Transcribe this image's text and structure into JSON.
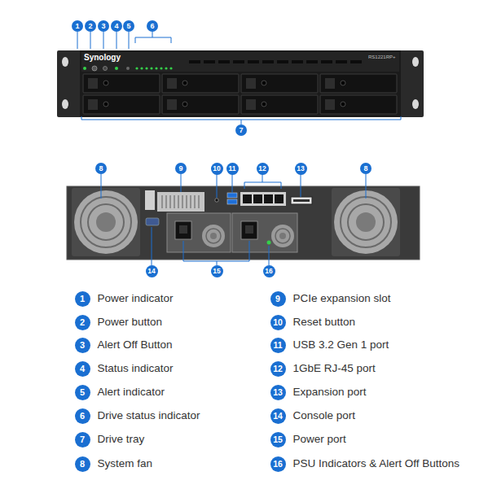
{
  "diagram": {
    "nodes": [
      {
        "text": [
          "1"
        ]
      },
      {
        "text": [
          "2"
        ]
      },
      {
        "text": [
          "3"
        ]
      },
      {
        "text": [
          "4"
        ]
      },
      {
        "text": [
          "5"
        ]
      },
      {
        "text": [
          "6"
        ]
      },
      {
        "text": [
          "7"
        ]
      },
      {
        "text": [
          "8"
        ]
      },
      {
        "text": [
          "9"
        ]
      },
      {
        "text": [
          "10"
        ]
      },
      {
        "text": [
          "11"
        ]
      },
      {
        "text": [
          "12"
        ]
      },
      {
        "text": [
          "13"
        ]
      },
      {
        "text": [
          "8"
        ]
      },
      {
        "text": [
          "14"
        ]
      },
      {
        "text": [
          "15"
        ]
      },
      {
        "text": [
          "16"
        ]
      },
      {
        "text": [
          "1",
          "Power indicator"
        ]
      },
      {
        "text": [
          "2",
          "Power button"
        ]
      },
      {
        "text": [
          "3",
          "Alert Off Button"
        ]
      },
      {
        "text": [
          "4",
          "Status indicator"
        ]
      },
      {
        "text": [
          "5",
          "Alert indicator"
        ]
      },
      {
        "text": [
          "6",
          "Drive status indicator"
        ]
      },
      {
        "text": [
          "7",
          "Drive tray"
        ]
      },
      {
        "text": [
          "8",
          "System fan"
        ]
      },
      {
        "text": [
          "9",
          "PCIe expansion slot"
        ]
      },
      {
        "text": [
          "10",
          "Reset button"
        ]
      },
      {
        "text": [
          "11",
          "USB 3.2 Gen 1 port"
        ]
      },
      {
        "text": [
          "12",
          "1GbE RJ-45 port"
        ]
      },
      {
        "text": [
          "13",
          "Expansion port"
        ]
      },
      {
        "text": [
          "14",
          "Console port"
        ]
      },
      {
        "text": [
          "15",
          "Power port"
        ]
      },
      {
        "text": [
          "16",
          "PSU Indicators & Alert Off Buttons"
        ]
      }
    ],
    "labels": [
      "Synology",
      "RS1221RP+"
    ]
  }
}
